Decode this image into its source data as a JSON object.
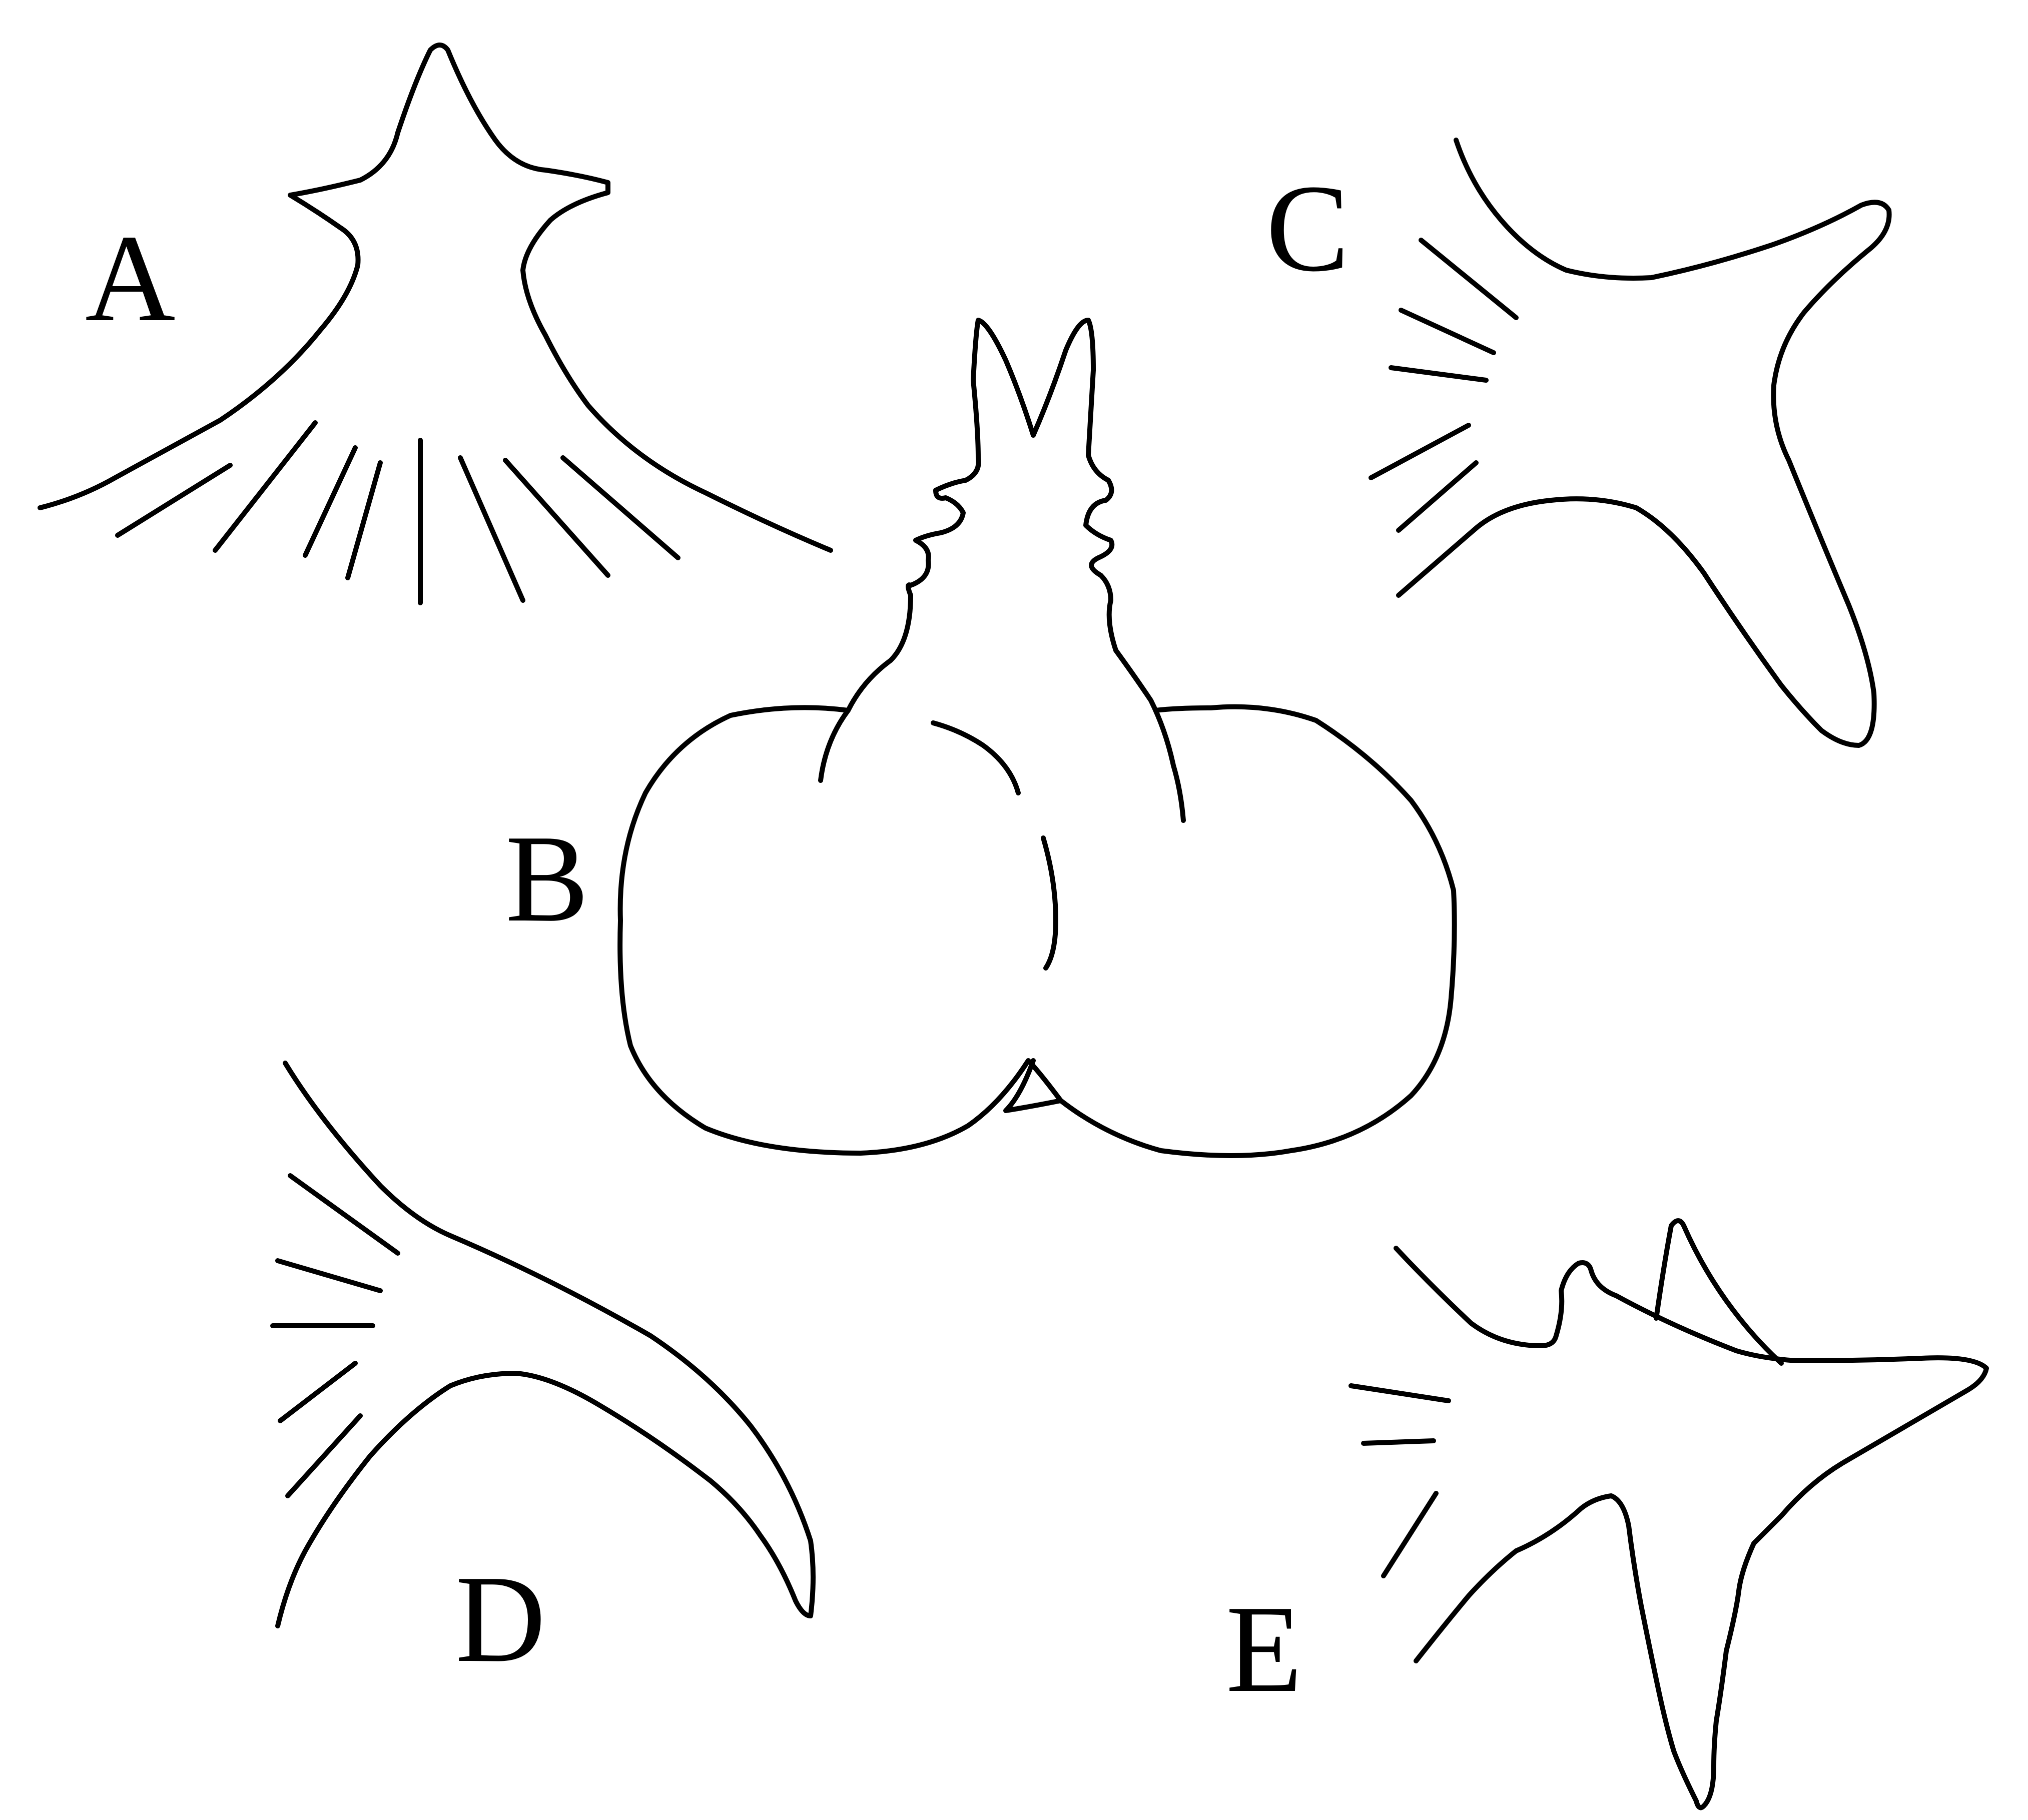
{
  "figure": {
    "panels": [
      {
        "id": "A",
        "label": "A"
      },
      {
        "id": "B",
        "label": "B"
      },
      {
        "id": "C",
        "label": "C"
      },
      {
        "id": "D",
        "label": "D"
      },
      {
        "id": "E",
        "label": "E"
      }
    ],
    "colors": {
      "stroke": "#000000",
      "background": "#ffffff"
    }
  }
}
